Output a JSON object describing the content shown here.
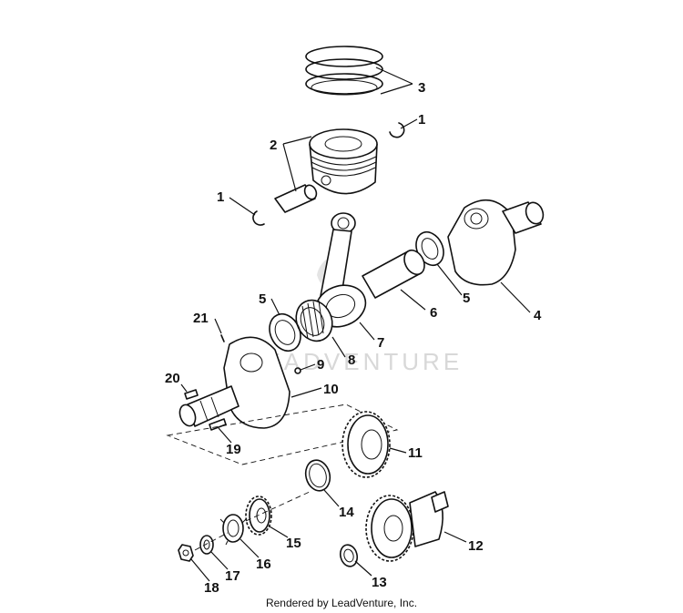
{
  "callouts": {
    "c1a": "1",
    "c1b": "1",
    "c2": "2",
    "c3": "3",
    "c4": "4",
    "c5a": "5",
    "c5b": "5",
    "c6": "6",
    "c7": "7",
    "c8": "8",
    "c9": "9",
    "c10": "10",
    "c11": "11",
    "c12": "12",
    "c13": "13",
    "c14": "14",
    "c15": "15",
    "c16": "16",
    "c17": "17",
    "c18": "18",
    "c19": "19",
    "c20": "20",
    "c21": "21"
  },
  "watermark": "LEADVENTURE",
  "footer": "Rendered by LeadVenture, Inc."
}
